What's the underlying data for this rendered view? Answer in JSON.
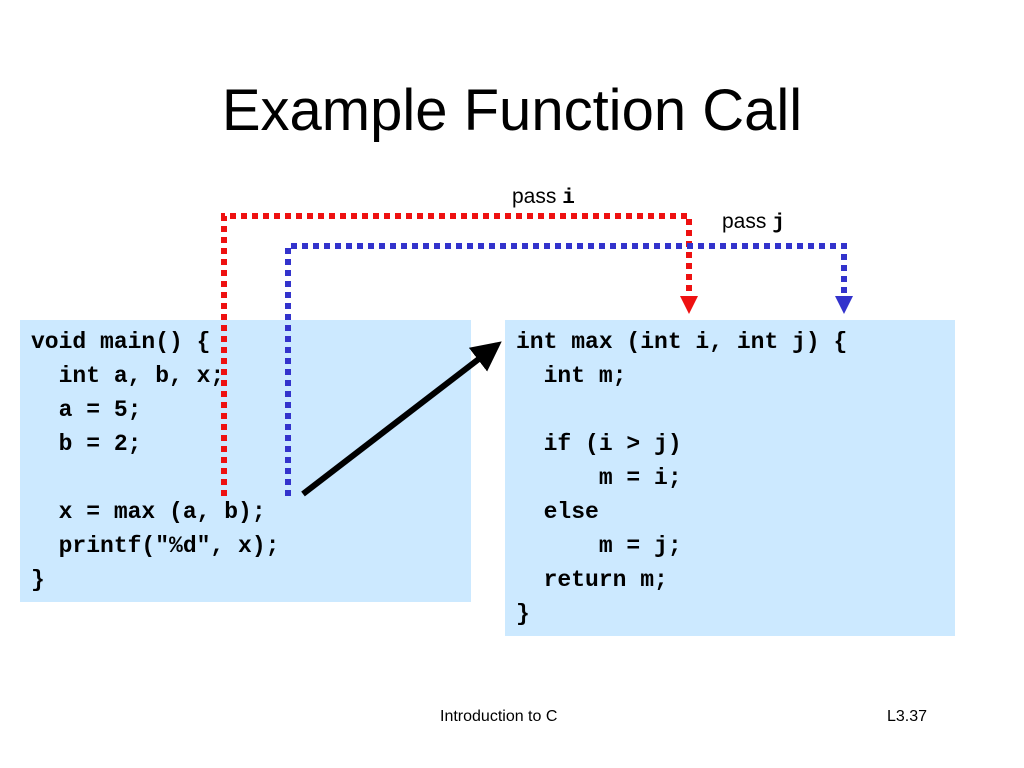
{
  "slide": {
    "title": "Example Function Call",
    "main_code": "void main() {\n  int a, b, x;\n  a = 5;\n  b = 2;\n\n  x = max (a, b);\n  printf(\"%d\", x);\n}",
    "max_code": "int max (int i, int j) {\n  int m;\n\n  if (i > j)\n      m = i;\n  else\n      m = j;\n  return m;\n}",
    "pass_i": {
      "prefix": "pass ",
      "var": "i"
    },
    "pass_j": {
      "prefix": "pass ",
      "var": "j"
    },
    "footer_title": "Introduction to C",
    "footer_page": "L3.37"
  },
  "colors": {
    "code_background": "#cce9ff",
    "pass_i_arrow": "#ee1111",
    "pass_j_arrow": "#3333cc",
    "call_arrow": "#000000"
  }
}
